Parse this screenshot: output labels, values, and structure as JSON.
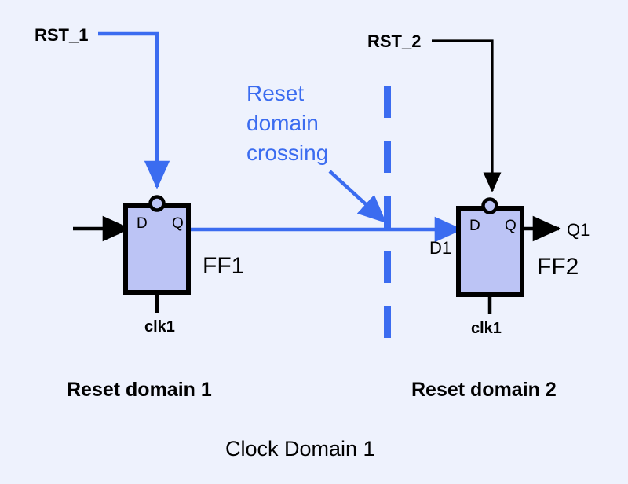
{
  "diagram": {
    "title_bottom": "Clock Domain 1",
    "colors": {
      "background": "#eef2fd",
      "block_fill": "#bcc4f5",
      "block_stroke": "#000000",
      "wire_black": "#000000",
      "wire_blue": "#3b6cf0",
      "text_black": "#000000",
      "text_blue": "#3b6cf0"
    },
    "signals": {
      "rst1": "RST_1",
      "rst2": "RST_2",
      "d1": "D1",
      "q1": "Q1",
      "clk_ff1": "clk1",
      "clk_ff2": "clk1"
    },
    "annotation": {
      "line1": "Reset",
      "line2": "domain",
      "line3": "crossing"
    },
    "blocks": [
      {
        "name": "FF1",
        "label": "FF1",
        "port_d": "D",
        "port_q": "Q",
        "clk_label": "clk1",
        "domain_label": "Reset domain 1"
      },
      {
        "name": "FF2",
        "label": "FF2",
        "port_d": "D",
        "port_q": "Q",
        "clk_label": "clk1",
        "domain_label": "Reset domain 2"
      }
    ],
    "domains": {
      "left": "Reset domain 1",
      "right": "Reset domain 2",
      "clock": "Clock Domain 1"
    }
  }
}
